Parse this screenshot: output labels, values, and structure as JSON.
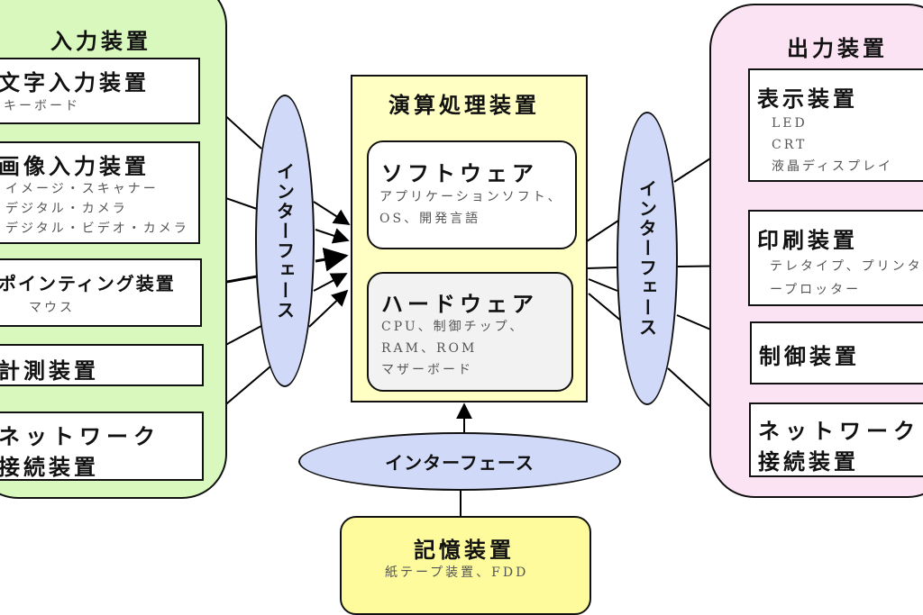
{
  "input": {
    "title": "入力装置",
    "items": [
      {
        "title": "文字入力装置",
        "sub": [
          "キーボード"
        ]
      },
      {
        "title": "画像入力装置",
        "sub": [
          "イメージ・スキャナー",
          "デジタル・カメラ",
          "デジタル・ビデオ・カメラ"
        ]
      },
      {
        "title": "ポインティング装置",
        "sub": [
          "マウス"
        ]
      },
      {
        "title": "計測装置",
        "sub": []
      },
      {
        "title_lines": [
          "ネットワーク",
          "接続装置"
        ]
      }
    ]
  },
  "left_interface": {
    "label": "インターフェース"
  },
  "cpu": {
    "title": "演算処理装置",
    "software": {
      "title": "ソフトウェア",
      "sub": [
        "アプリケーションソフト、",
        "OS、開発言語"
      ]
    },
    "hardware": {
      "title": "ハードウェア",
      "sub": [
        "CPU、制御チップ、",
        "RAM、ROM",
        "マザーボード"
      ]
    }
  },
  "right_interface": {
    "label": "インターフェース"
  },
  "bottom_interface": {
    "label": "インターフェース"
  },
  "storage": {
    "title": "記憶装置",
    "sub": [
      "紙テープ装置、FDD"
    ]
  },
  "output": {
    "title": "出力装置",
    "items": [
      {
        "title": "表示装置",
        "sub": [
          "LED",
          "CRT",
          "液晶ディスプレイ"
        ]
      },
      {
        "title": "印刷装置",
        "sub": [
          "テレタイプ、プリンタ",
          "ープロッター"
        ]
      },
      {
        "title": "制御装置"
      },
      {
        "title_lines": [
          "ネットワーク",
          "接続装置"
        ]
      }
    ]
  },
  "colors": {
    "input_panel": "#d8f8bd",
    "output_panel": "#fce3f3",
    "cpu_box": "#ffffc4",
    "hardware_box": "#f2f2f2",
    "storage_box": "#fdfb9c",
    "interface_ellipse": "#d0daf8"
  }
}
